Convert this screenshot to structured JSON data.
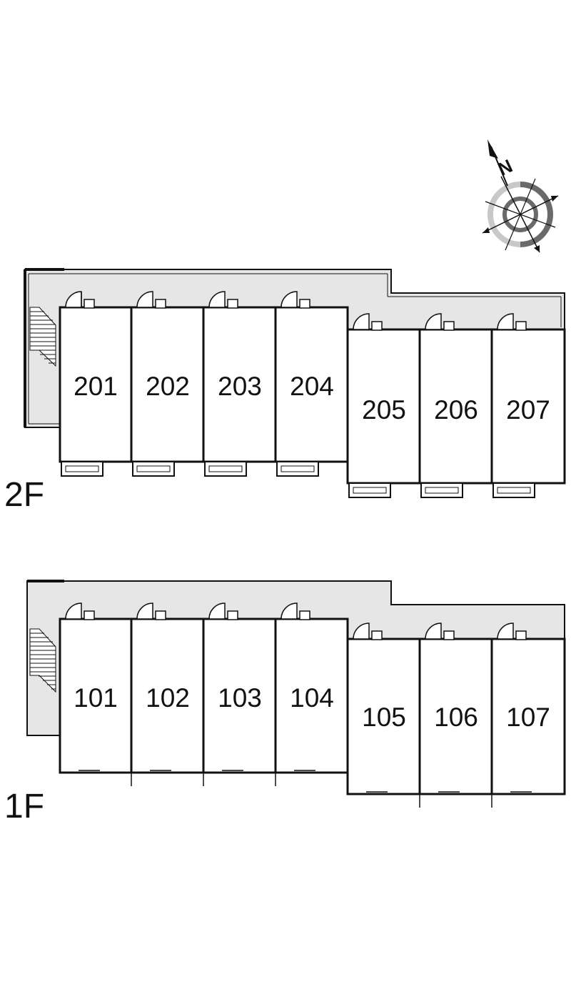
{
  "compass": {
    "north_label": "N"
  },
  "floors": [
    {
      "label": "2F",
      "units": [
        {
          "number": "201"
        },
        {
          "number": "202"
        },
        {
          "number": "203"
        },
        {
          "number": "204"
        },
        {
          "number": "205"
        },
        {
          "number": "206"
        },
        {
          "number": "207"
        }
      ]
    },
    {
      "label": "1F",
      "units": [
        {
          "number": "101"
        },
        {
          "number": "102"
        },
        {
          "number": "103"
        },
        {
          "number": "104"
        },
        {
          "number": "105"
        },
        {
          "number": "106"
        },
        {
          "number": "107"
        }
      ]
    }
  ],
  "colors": {
    "corridor_fill": "#e6e6e6",
    "wall_stroke": "#111111",
    "compass_dark": "#6a6a6a",
    "compass_light": "#c8c8c8"
  }
}
